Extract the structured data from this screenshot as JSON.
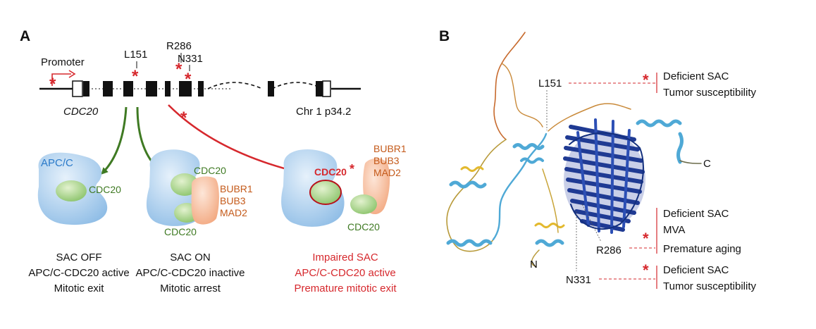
{
  "colors": {
    "red": "#d6282d",
    "green": "#3f7a23",
    "orange": "#c45a1a",
    "apc_blue": "#2a7ac9",
    "protein_dark": "#1f3a93",
    "protein_light": "#4fa9d6"
  },
  "panel_a": {
    "label": "A",
    "promoter": "Promoter",
    "gene": "CDC20",
    "chromosome": "Chr 1 p34.2",
    "mutations": {
      "l151": "L151",
      "r286": "R286",
      "n331": "N331"
    },
    "asterisk": "*",
    "states": [
      {
        "apc_label": "APC/C",
        "cdc20_label": "CDC20",
        "caption": [
          "SAC OFF",
          "APC/C-CDC20 active",
          "Mitotic exit"
        ]
      },
      {
        "cdc20_top": "CDC20",
        "cdc20_bottom": "CDC20",
        "complex": [
          "BUBR1",
          "BUB3",
          "MAD2"
        ],
        "caption": [
          "SAC ON",
          "APC/C-CDC20 inactive",
          "Mitotic arrest"
        ]
      },
      {
        "cdc20_mutant": "CDC20",
        "cdc20_free": "CDC20",
        "complex": [
          "BUBR1",
          "BUB3",
          "MAD2"
        ],
        "caption": [
          "Impaired SAC",
          "APC/C-CDC20 active",
          "Premature mitotic exit"
        ]
      }
    ]
  },
  "panel_b": {
    "label": "B",
    "c_term": "C",
    "n_term": "N",
    "sites": {
      "l151": {
        "name": "L151",
        "effects": [
          "Deficient SAC",
          "Tumor susceptibility"
        ]
      },
      "r286": {
        "name": "R286",
        "effects": [
          "Deficient SAC",
          "MVA",
          "Premature aging"
        ]
      },
      "n331": {
        "name": "N331",
        "effects": [
          "Deficient SAC",
          "Tumor susceptibility"
        ]
      }
    }
  }
}
